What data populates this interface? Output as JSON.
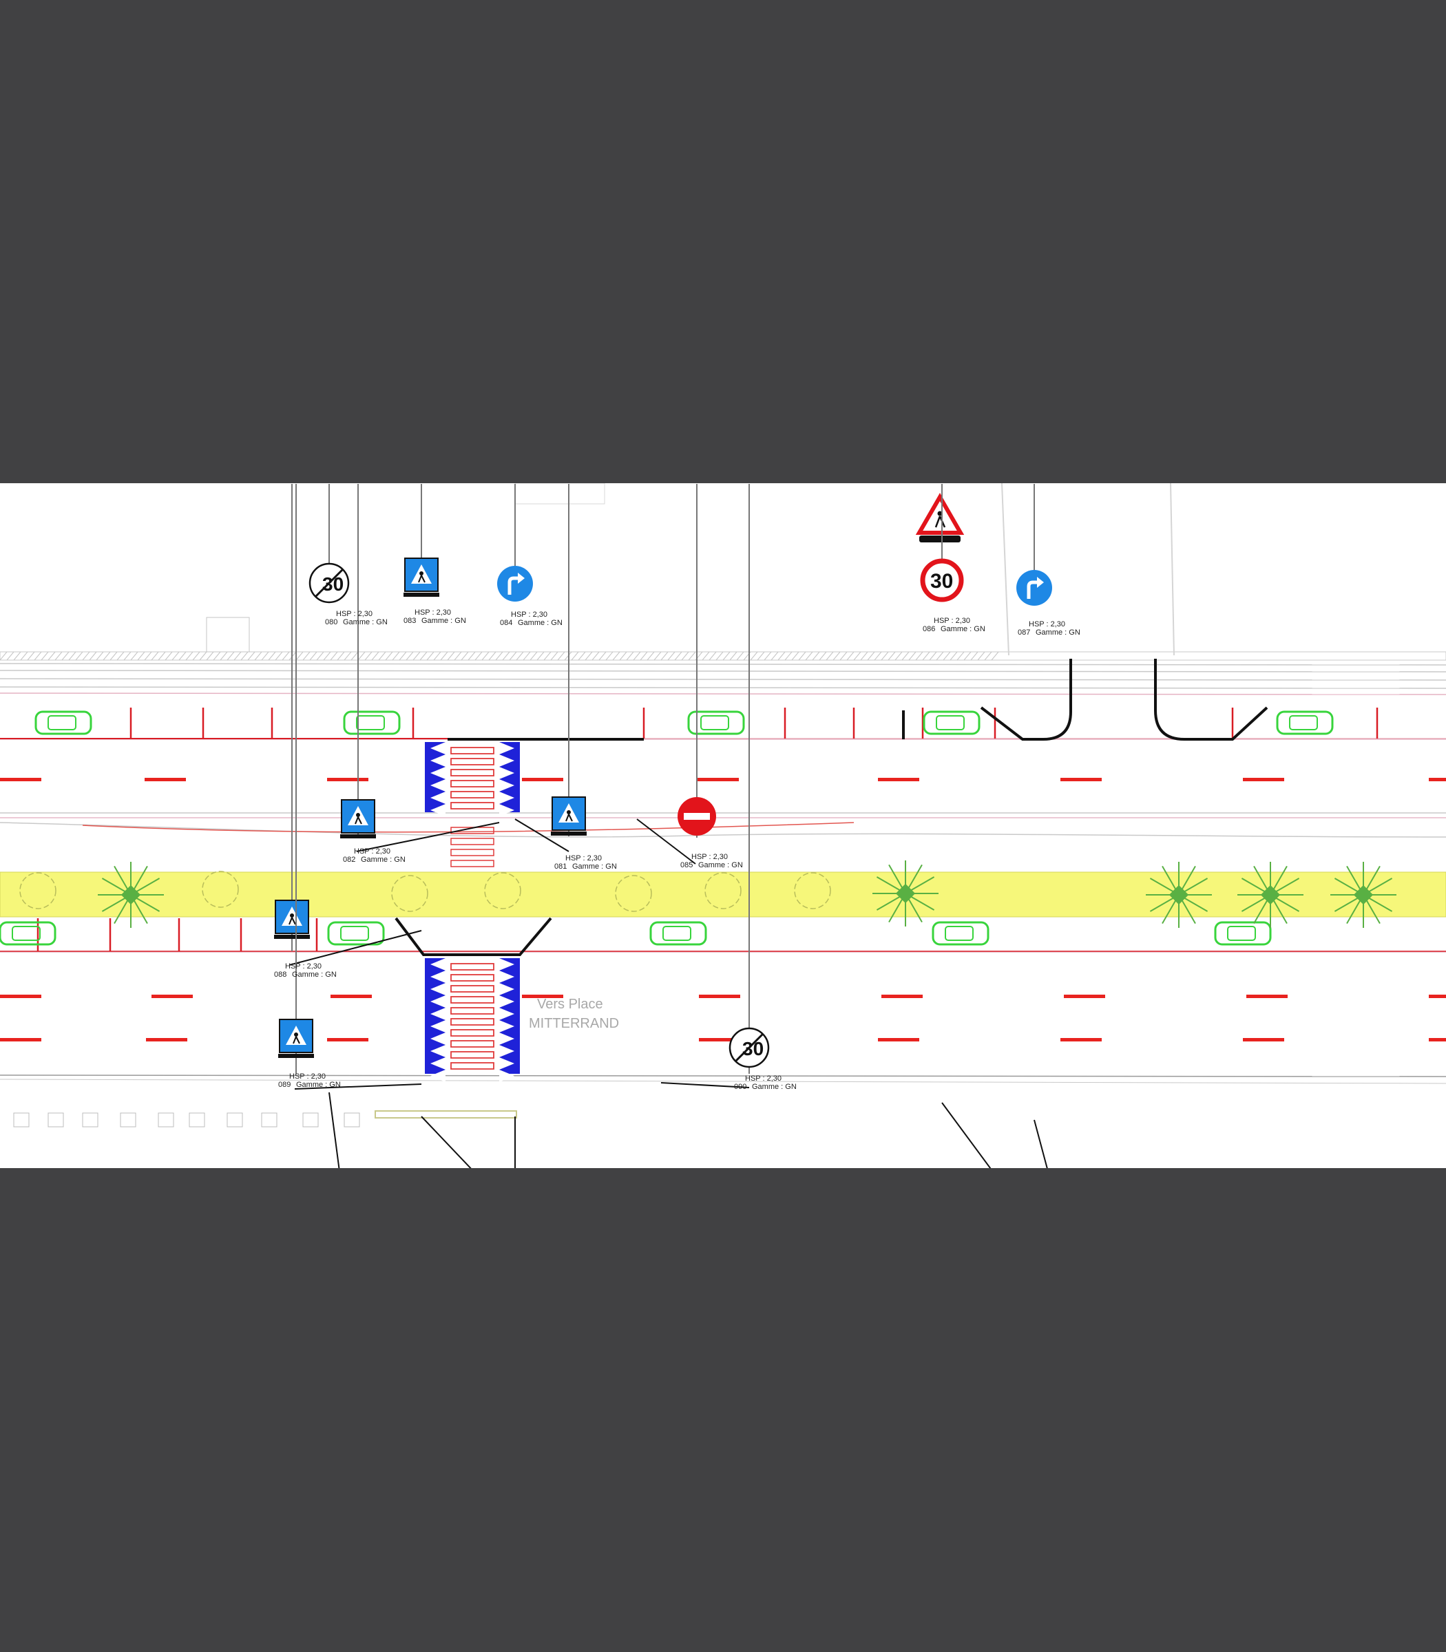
{
  "viewer": {
    "background": "#414143",
    "plan_background": "#ffffff"
  },
  "colors": {
    "lane_dash": "#e8231f",
    "parking": "#d81c24",
    "car_outline": "#38d43c",
    "median": "#f6f77a",
    "tree": "#3a8a2a",
    "crosswalk_blue": "#1f22d8",
    "crosswalk_red": "#e03a3a",
    "sign_blue": "#1e88e5",
    "sign_red": "#e2141b",
    "road_line": "#bfbfbf",
    "text_gray": "#a0a0a0"
  },
  "direction_text": {
    "line1": "Vers Place",
    "line2": "MITTERRAND"
  },
  "speed_limit_value": "30",
  "end_speed_value": "30",
  "signs": [
    {
      "id": "end30-top",
      "type": "end-speed-limit",
      "num": "080",
      "hsp": "HSP : 2,30",
      "gamme": "Gamme : GN"
    },
    {
      "id": "ped-top",
      "type": "pedestrian-crossing",
      "num": "083",
      "hsp": "HSP : 2,30",
      "gamme": "Gamme : GN"
    },
    {
      "id": "right-top",
      "type": "turn-right",
      "num": "084",
      "hsp": "HSP : 2,30",
      "gamme": "Gamme : GN"
    },
    {
      "id": "limit30",
      "type": "speed-limit-30",
      "num": "086",
      "hsp": "HSP : 2,30",
      "gamme": "Gamme : GN"
    },
    {
      "id": "right-top2",
      "type": "turn-right",
      "num": "087",
      "hsp": "HSP : 2,30",
      "gamme": "Gamme : GN"
    },
    {
      "id": "ped-mid1",
      "type": "pedestrian-crossing",
      "num": "082",
      "hsp": "HSP : 2,30",
      "gamme": "Gamme : GN"
    },
    {
      "id": "ped-mid2",
      "type": "pedestrian-crossing",
      "num": "081",
      "hsp": "HSP : 2,30",
      "gamme": "Gamme : GN"
    },
    {
      "id": "no-entry",
      "type": "no-entry",
      "num": "085",
      "hsp": "HSP : 2,30",
      "gamme": "Gamme : GN"
    },
    {
      "id": "ped-low1",
      "type": "pedestrian-crossing",
      "num": "088",
      "hsp": "HSP : 2,30",
      "gamme": "Gamme : GN"
    },
    {
      "id": "ped-low2",
      "type": "pedestrian-crossing",
      "num": "089",
      "hsp": "HSP : 2,30",
      "gamme": "Gamme : GN"
    },
    {
      "id": "end30-low",
      "type": "end-speed-limit",
      "num": "090",
      "hsp": "HSP : 2,30",
      "gamme": "Gamme : GN"
    }
  ],
  "icons": {
    "pedestrian": "pedestrian-icon",
    "right_arrow": "turn-right-arrow-icon",
    "no_entry": "no-entry-icon",
    "warning": "pedestrian-warning-icon",
    "tree": "tree-icon",
    "car": "parked-car-icon"
  }
}
